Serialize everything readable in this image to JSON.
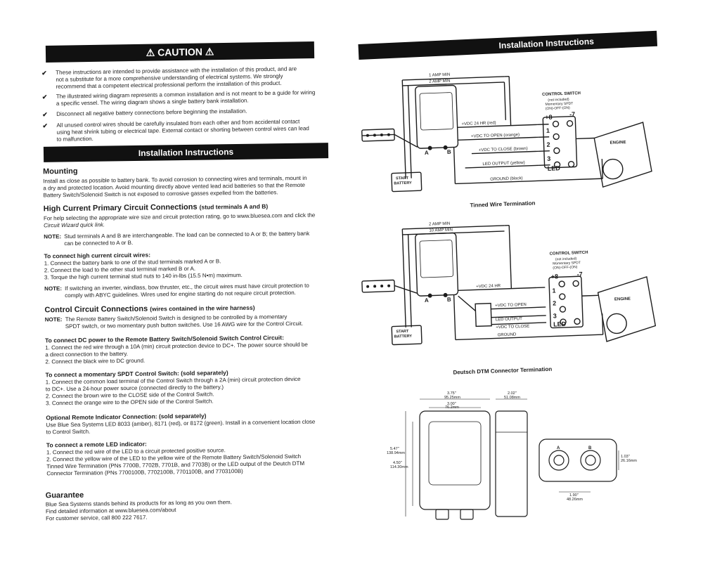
{
  "left": {
    "caution_title": "CAUTION",
    "caution_items": [
      [
        "These instructions are intended to provide assistance with the installation of this product, and are",
        "not a substitute for a more comprehensive understanding of electrical systems. We strongly",
        "recommend that a competent electrical professional perform the installation of this product."
      ],
      [
        "The illustrated wiring diagram represents a common installation and is not meant to be a guide for wiring",
        "a specific vessel. The wiring diagram shows a single battery bank installation."
      ],
      [
        "Disconnect all negative battery connections before beginning the installation."
      ],
      [
        "All unused control wires should be carefully insulated from each other and from accidental contact",
        "using heat shrink tubing or electrical tape.  External contact or shorting between control wires can lead",
        "to malfunction."
      ]
    ],
    "install_title": "Installation Instructions",
    "mounting": {
      "title": "Mounting",
      "lines": [
        "Install as close as possible to battery bank. To avoid corrosion to connecting wires and terminals, mount in",
        "a dry and protected location.  Avoid mounting directly above vented lead acid batteries so that the Remote",
        "Battery Switch/Solenoid Switch is not exposed to corrosive gasses expelled from the batteries."
      ]
    },
    "high_current": {
      "title": "High Current Primary Circuit Connections",
      "title_note": "(stud terminals A and B)",
      "help_lines": [
        "For help selecting the appropriate wire size and circuit protection rating, go to www.bluesea.com and click the",
        "Circuit Wizard quick link."
      ],
      "note_label": "NOTE:",
      "note_lines": [
        "Stud terminals A and B are interchangeable. The load can be connected to A or B; the battery bank",
        "can be connected to A or B."
      ],
      "sub_title": "To connect high current circuit wires:",
      "steps": [
        "1. Connect the battery bank to one of the stud terminals marked A or B.",
        "2. Connect the load to the other stud terminal marked B or A.",
        "3. Torque the high current terminal stud nuts to 140 in-lbs (15.5 N•m) maximum."
      ],
      "note2_label": "NOTE:",
      "note2_lines": [
        "If switching an inverter, windlass, bow thruster, etc., the circuit wires must have circuit protection to",
        "comply with ABYC guidelines. Wires used for engine starting do not require circuit protection."
      ]
    },
    "control": {
      "title": "Control Circuit Connections",
      "title_note": "(wires contained in the wire harness)",
      "note_label": "NOTE:",
      "note_lines": [
        "The Remote Battery Switch/Solenoid Switch is designed to be controlled by a momentary",
        "SPDT switch, or two momentary push button switches. Use 16 AWG wire for the Control Circuit."
      ],
      "dc_title": "To connect DC power to the Remote Battery Switch/Solenoid Switch Control Circuit:",
      "dc_steps": [
        "1. Connect the red wire through a 10A (min) circuit protection device to DC+. The power source should be",
        "    a direct connection to the battery.",
        "2. Connect the black wire to DC ground."
      ],
      "spdt_title": "To connect a momentary SPDT Control Switch: (sold separately)",
      "spdt_steps": [
        "1. Connect the common load terminal of the Control Switch through a 2A (min) circuit protection device",
        "    to DC+. Use a 24-hour power source (connected directly to the battery.)",
        "2. Connect the brown wire to the CLOSE side of the Control Switch.",
        "3. Connect the orange wire to the OPEN side of the Control Switch."
      ],
      "opt_title": "Optional Remote Indicator Connection: (sold separately)",
      "opt_lines": [
        "Use Blue Sea Systems LED 8033 (amber), 8171 (red), or 8172 (green). Install in a convenient location close",
        "to Control Switch."
      ],
      "led_title": "To connect a remote LED indicator:",
      "led_steps": [
        "1. Connect the red wire of the LED to a circuit protected positive source.",
        "2. Connect the yellow wire of the LED to the yellow wire of the Remote Battery Switch/Solenoid Switch",
        "    Tinned Wire Termination (PNs 7700B, 7702B, 7701B, and 7703B) or the LED output of the Deutch DTM",
        "    Connector Termination (PNs 7700100B, 7702100B, 7701100B, and 7703100B)"
      ]
    },
    "guarantee": {
      "title": "Guarantee",
      "lines": [
        "Blue Sea Systems stands behind its products for as long as you own them.",
        "Find detailed information at www.bluesea.com/about",
        "For customer service, call 800 222 7617."
      ]
    }
  },
  "right": {
    "title": "Installation Instructions",
    "diagram1": {
      "caption": "Tinned Wire Termination",
      "amp1": "1 AMP MIN",
      "amp2": "2 AMP MIN",
      "vdc_hr": "+VDC 24 HR (red)",
      "vdc_open": "+VDC TO OPEN (orange)",
      "vdc_close": "+VDC TO CLOSE (brown)",
      "led_output": "LED OUTPUT (yellow)",
      "ground": "GROUND (black)",
      "switch_title": "CONTROL SWITCH",
      "switch_sub": [
        "(not included)",
        "Momentary SPDT",
        "(ON)-OFF-(ON)"
      ],
      "plus8": "+8",
      "minus7": "-7",
      "t1": "1",
      "t2": "2",
      "t3": "3",
      "led": "LED",
      "a": "A",
      "b": "B",
      "battery": [
        "START",
        "BATTERY"
      ],
      "engine": "ENGINE"
    },
    "diagram2": {
      "caption": "Deutsch DTM Connector Termination",
      "amp1": "2 AMP MIN",
      "amp2": "10 AMP MIN",
      "vdc_hr": "+VDC 24 HR",
      "vdc_open": "+VDC TO OPEN",
      "led_output": "LED OUTPUT",
      "vdc_close": "+VDC TO CLOSE",
      "ground": "GROUND",
      "switch_title": "CONTROL SWITCH",
      "switch_sub": [
        "(not included)",
        "Momentary SPDT",
        "(ON)-OFF-(ON)"
      ],
      "plus8": "+8",
      "minus7": "-7",
      "t1": "1",
      "t2": "2",
      "t3": "3",
      "led": "LED",
      "a": "A",
      "b": "B",
      "battery": [
        "START",
        "BATTERY"
      ],
      "engine": "ENGINE"
    },
    "dims": {
      "w1": [
        "3.75\"",
        "95.25mm"
      ],
      "w2": [
        "3.00\"",
        "76.2mm"
      ],
      "h1": [
        "5.47\"",
        "138.94mm"
      ],
      "h2": [
        "4.50\"",
        "114.30mm"
      ],
      "side": [
        "2.02\"",
        "51.08mm"
      ],
      "d1": [
        "1.03\"",
        "26.16mm"
      ],
      "d2": [
        "1.90\"",
        "48.26mm"
      ],
      "a": "A",
      "b": "B"
    },
    "colors": {
      "ink": "#1c1c1c",
      "banner": "#111111",
      "paper": "#ffffff"
    }
  }
}
